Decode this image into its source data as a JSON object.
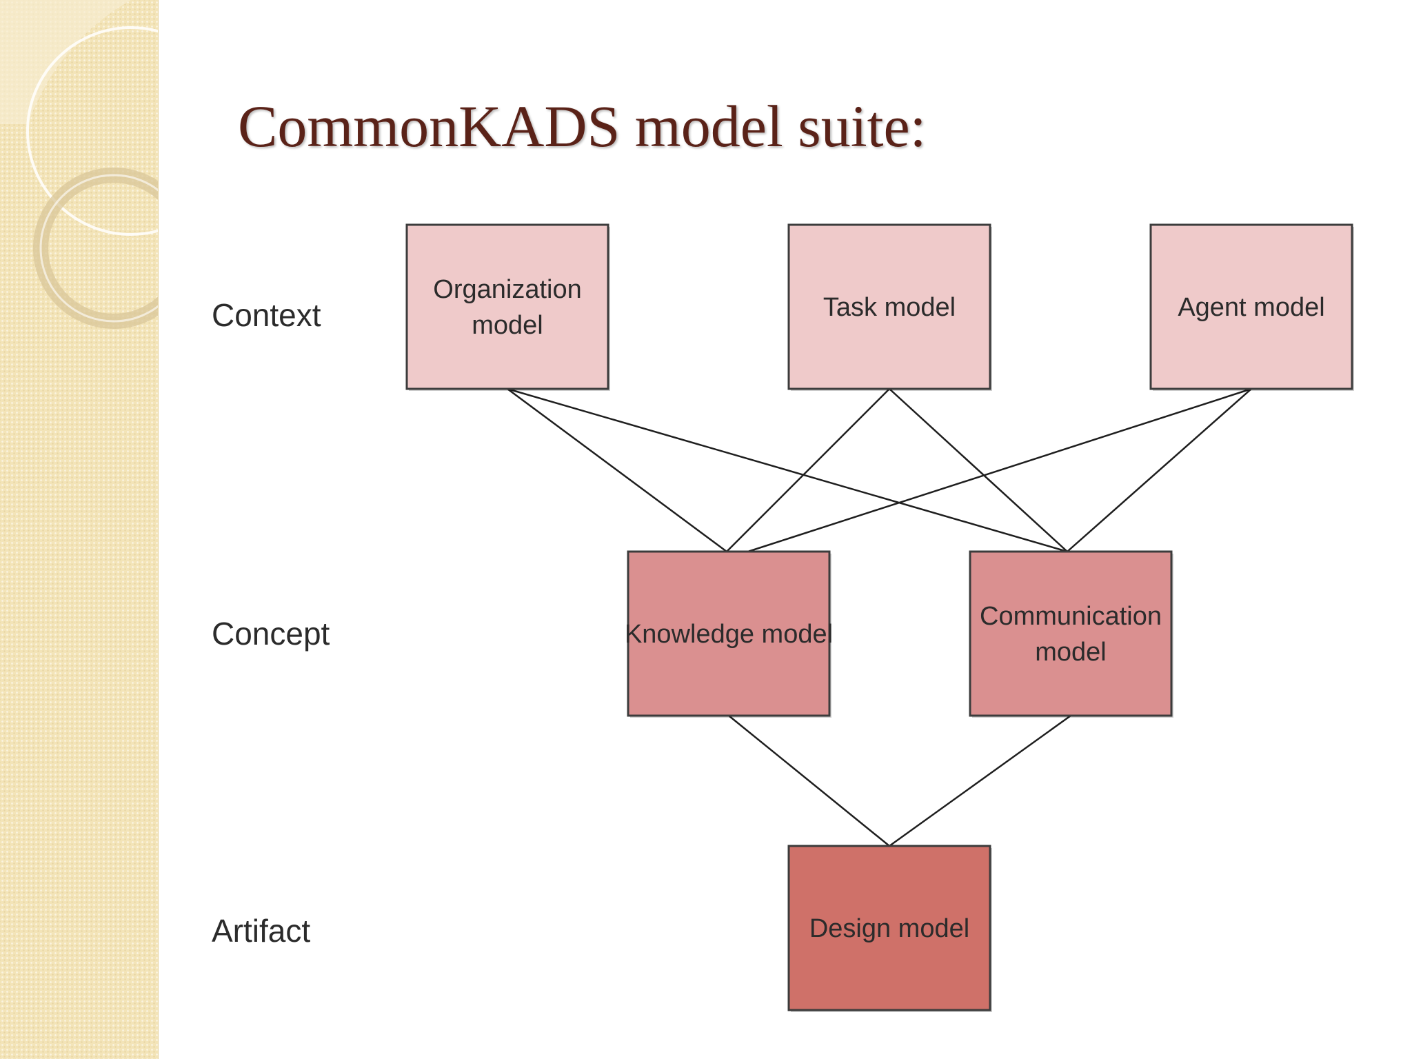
{
  "slide": {
    "title": "CommonKADS model suite:"
  },
  "diagram": {
    "levels": [
      {
        "id": "context",
        "label": "Context"
      },
      {
        "id": "concept",
        "label": "Concept"
      },
      {
        "id": "artifact",
        "label": "Artifact"
      }
    ],
    "nodes": [
      {
        "id": "organization",
        "level": "context",
        "lines": [
          "Organization",
          "model"
        ],
        "fill": "#efcaca"
      },
      {
        "id": "task",
        "level": "context",
        "lines": [
          "Task model"
        ],
        "fill": "#efcaca"
      },
      {
        "id": "agent",
        "level": "context",
        "lines": [
          "Agent model"
        ],
        "fill": "#efcaca"
      },
      {
        "id": "knowledge",
        "level": "concept",
        "lines": [
          "Knowledge model"
        ],
        "fill": "#da9090"
      },
      {
        "id": "communication",
        "level": "concept",
        "lines": [
          "Communication",
          "model"
        ],
        "fill": "#da9090"
      },
      {
        "id": "design",
        "level": "artifact",
        "lines": [
          "Design model"
        ],
        "fill": "#cf7169"
      }
    ],
    "edges": [
      {
        "from": "organization",
        "to": "knowledge"
      },
      {
        "from": "organization",
        "to": "communication"
      },
      {
        "from": "task",
        "to": "knowledge"
      },
      {
        "from": "task",
        "to": "communication"
      },
      {
        "from": "agent",
        "to": "knowledge"
      },
      {
        "from": "agent",
        "to": "communication"
      },
      {
        "from": "knowledge",
        "to": "design"
      },
      {
        "from": "communication",
        "to": "design"
      }
    ],
    "colors": {
      "title": "#5a2218",
      "border": "#3c3c3c",
      "edge": "#1e1e1e",
      "band": "#f3e4b8"
    }
  }
}
